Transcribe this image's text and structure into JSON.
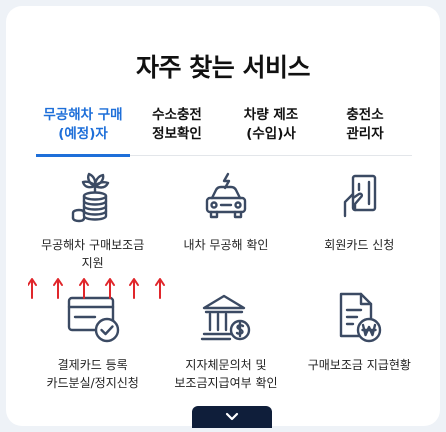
{
  "title": "자주 찾는 서비스",
  "tabs": [
    {
      "line1": "무공해차 구매",
      "line2": "(예정)자",
      "active": true
    },
    {
      "line1": "수소충전",
      "line2": "정보확인",
      "active": false
    },
    {
      "line1": "차량 제조",
      "line2": "(수입)사",
      "active": false
    },
    {
      "line1": "충전소",
      "line2": "관리자",
      "active": false
    }
  ],
  "services": [
    {
      "icon": "coins-plant-icon",
      "line1": "무공해차 구매보조금",
      "line2": "지원"
    },
    {
      "icon": "car-icon",
      "line1": "내차 무공해 확인",
      "line2": ""
    },
    {
      "icon": "card-hand-icon",
      "line1": "회원카드 신청",
      "line2": ""
    },
    {
      "icon": "card-check-icon",
      "line1": "결제카드 등록",
      "line2": "카드분실/정지신청"
    },
    {
      "icon": "bank-icon",
      "line1": "지자체문의처 및",
      "line2": "보조금지급여부 확인"
    },
    {
      "icon": "document-won-icon",
      "line1": "구매보조금 지급현황",
      "line2": ""
    }
  ],
  "colors": {
    "accent": "#1e6fd9",
    "icon": "#3b4a63",
    "arrow": "#e0262b",
    "expand_bg": "#0f1e3a"
  }
}
